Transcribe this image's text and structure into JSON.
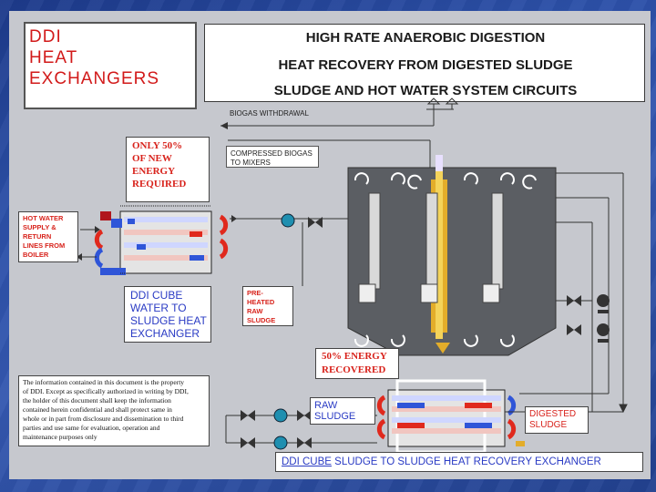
{
  "title": {
    "line1": "DDI",
    "line2": "HEAT",
    "line3": "EXCHANGERS"
  },
  "header": {
    "line1": "HIGH RATE ANAEROBIC DIGESTION",
    "line2": "HEAT RECOVERY FROM  DIGESTED SLUDGE",
    "line3": "SLUDGE AND HOT WATER SYSTEM CIRCUITS"
  },
  "labels": {
    "biogas_withdrawal": "BIOGAS WITHDRAWAL",
    "compressed_biogas_1": "COMPRESSED BIOGAS",
    "compressed_biogas_2": "TO MIXERS",
    "new_energy_1": "ONLY 50%",
    "new_energy_2": "OF NEW",
    "new_energy_3": "ENERGY",
    "new_energy_4": "REQUIRED",
    "hot_water_1": "HOT WATER",
    "hot_water_2": "SUPPLY &",
    "hot_water_3": "RETURN",
    "hot_water_4": "LINES FROM",
    "hot_water_5": "BOILER",
    "cube_water_1": "DDI    CUBE",
    "cube_water_2": "WATER     TO",
    "cube_water_3": "SLUDGE HEAT",
    "cube_water_4": "EXCHANGER",
    "preheated_1": "PRE-",
    "preheated_2": "HEATED",
    "preheated_3": "RAW",
    "preheated_4": "SLUDGE",
    "recovered_1": "50% ENERGY",
    "recovered_2": "RECOVERED",
    "raw_sludge_1": "RAW",
    "raw_sludge_2": "SLUDGE",
    "digested_1": "DIGESTED",
    "digested_2": "SLUDGE",
    "bottom_prefix": "DDI  CUBE",
    "bottom_rest": "  SLUDGE TO SLUDGE HEAT RECOVERY  EXCHANGER"
  },
  "disclaimer": [
    "The information contained in this document is the property",
    "of DDI. Except as specifically authorized in writing by DDI,",
    "the holder of this document shall keep the information",
    "contained herein confidential and shall protect same in",
    "whole or in part from disclosure and dissemination to third",
    "parties and use same for evaluation, operation and",
    "maintenance purposes only"
  ],
  "colors": {
    "hot": "#e0291d",
    "cold": "#2f55d8",
    "tank": "#5b5e63",
    "gas_column": "#e3ad2a",
    "panel": "#c6c8ce"
  }
}
